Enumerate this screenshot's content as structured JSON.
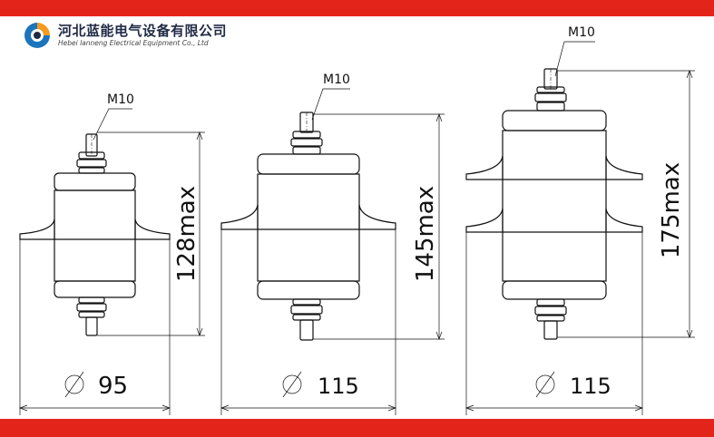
{
  "company": {
    "name_cn": "河北蓝能电气设备有限公司",
    "name_en": "Hebei lanneng Electrical Equipment Co., Ltd"
  },
  "logo_colors": {
    "blue": "#1b75bc",
    "orange": "#f39a1f",
    "navy": "#1f2a44"
  },
  "accent_color": "#e3241b",
  "arresters": [
    {
      "thread": "M10",
      "height_label": "128max",
      "diameter_label": "95"
    },
    {
      "thread": "M10",
      "height_label": "145max",
      "diameter_label": "115"
    },
    {
      "thread": "M10",
      "height_label": "175max",
      "diameter_label": "115"
    }
  ]
}
